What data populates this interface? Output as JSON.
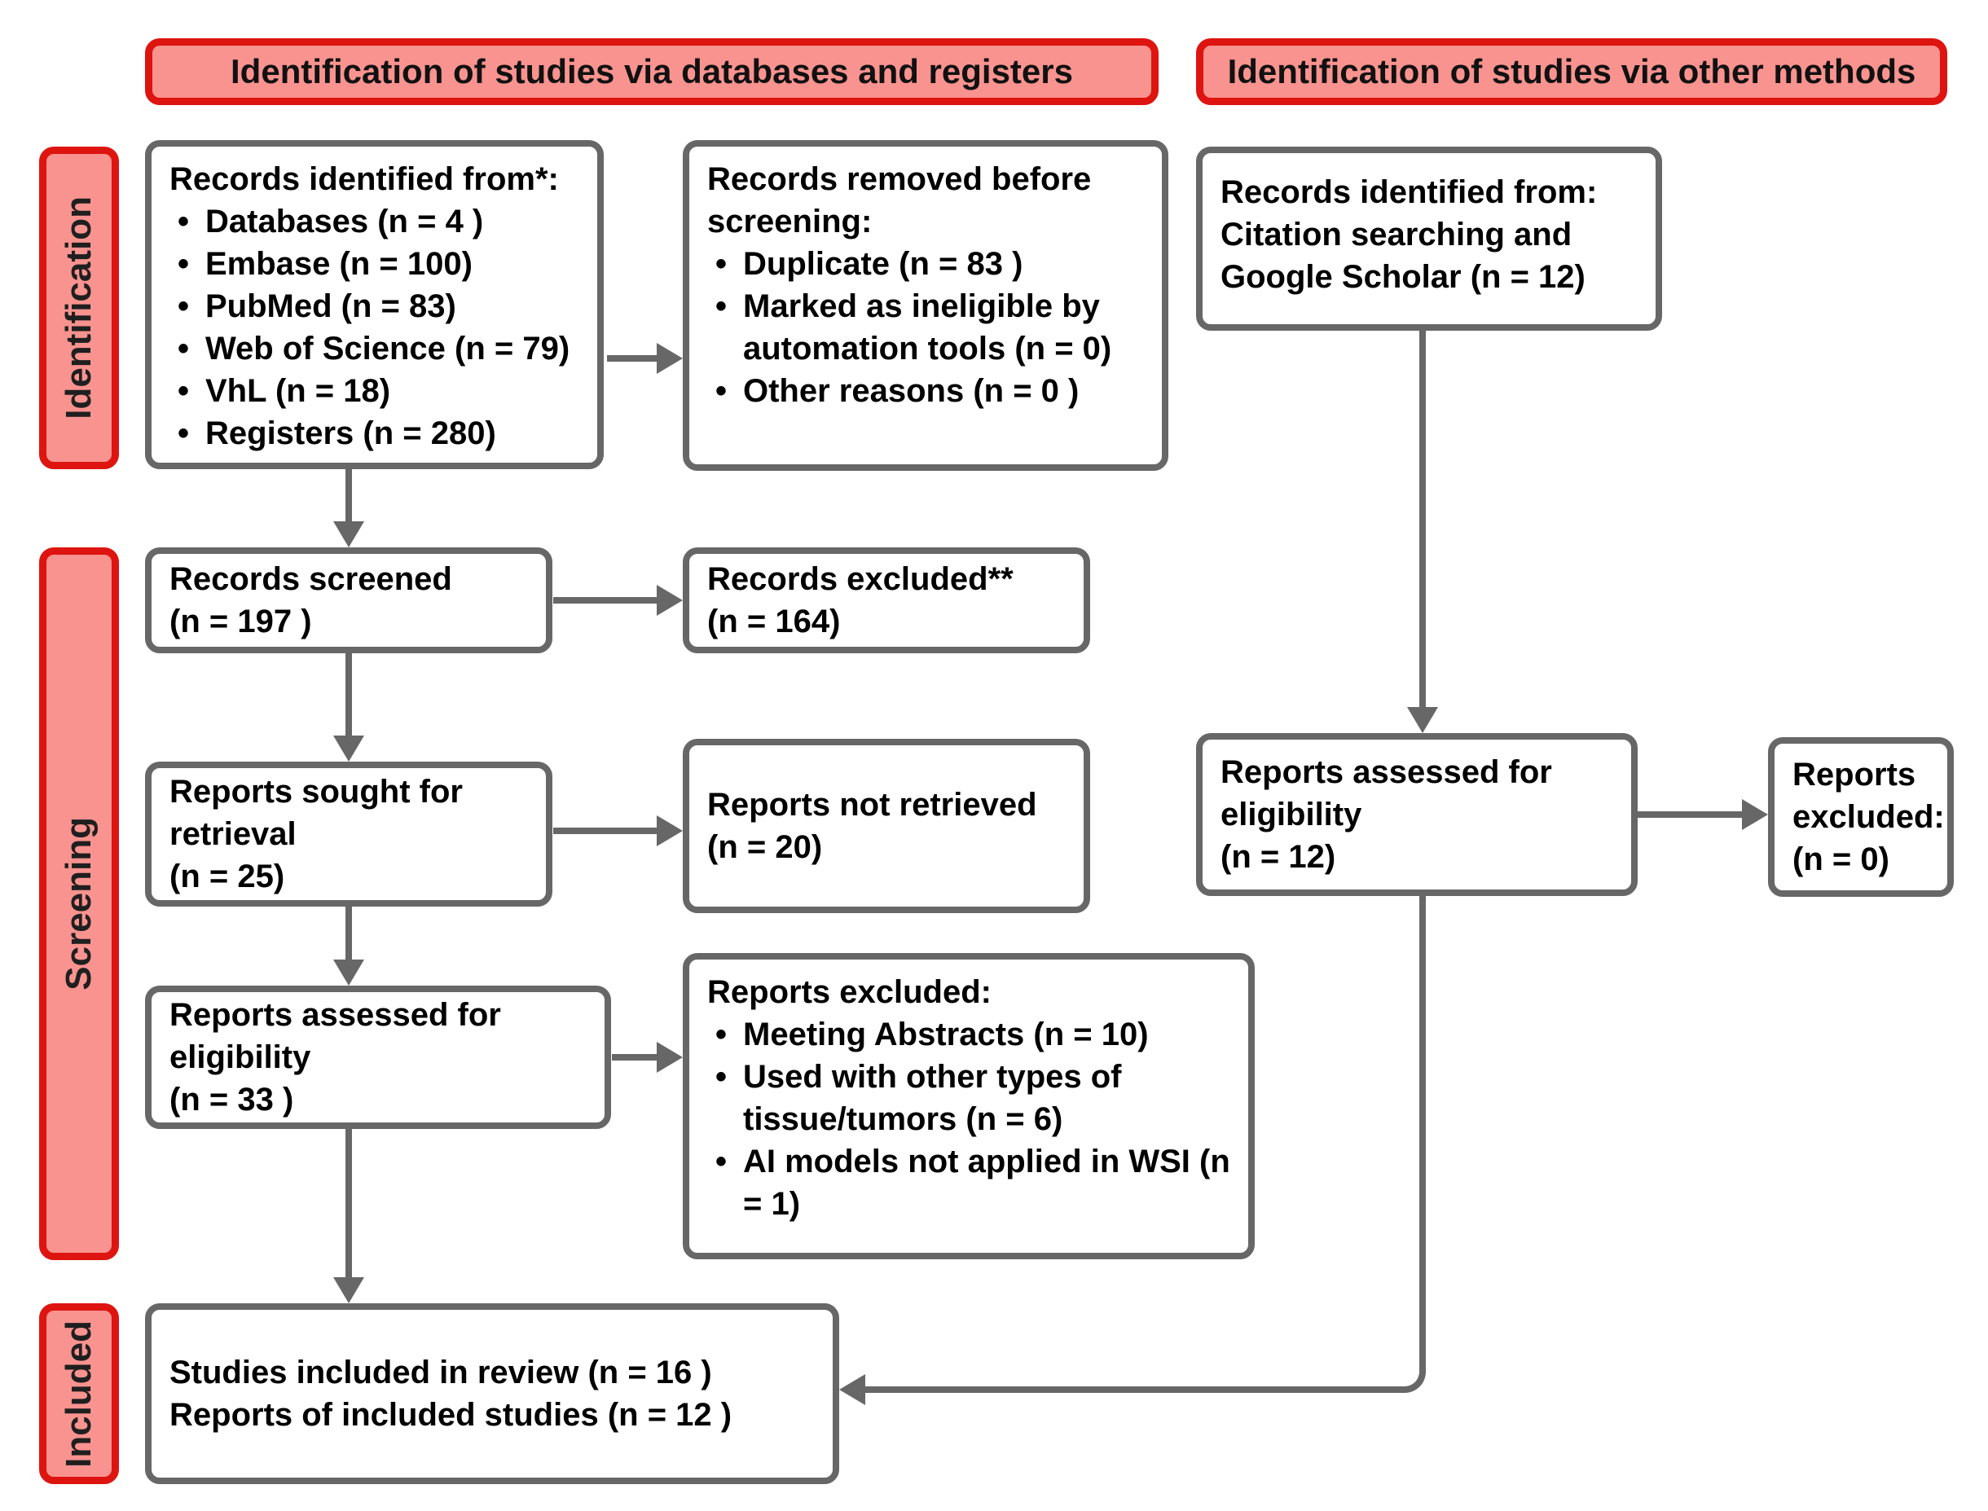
{
  "ui": {
    "bullet": "•"
  },
  "colors": {
    "pink_fill": "#F9938F",
    "red_border": "#DE1410",
    "box_border": "#676767",
    "arrow": "#676767",
    "text": "#000000"
  },
  "headers": {
    "databases_registers": "Identification of studies via databases and registers",
    "other_methods": "Identification of studies via other methods"
  },
  "sidebar": {
    "identification": "Identification",
    "screening": "Screening",
    "included": "Included"
  },
  "boxes": {
    "records_identified": {
      "title": "Records identified from*:",
      "bullets": [
        "Databases (n = 4 )",
        "Embase (n = 100)",
        "PubMed (n = 83)",
        "Web of Science (n = 79)",
        "VhL (n = 18)",
        "Registers (n = 280)"
      ]
    },
    "records_removed": {
      "title": "Records removed before screening:",
      "bullets": [
        "Duplicate  (n = 83 )",
        "Marked as ineligible by automation tools (n = 0)",
        "Other reasons (n = 0 )"
      ]
    },
    "records_other_methods": {
      "lines": [
        "Records identified from:",
        "Citation searching and",
        "Google Scholar (n = 12)"
      ]
    },
    "records_screened": {
      "lines": [
        "Records screened",
        "(n = 197 )"
      ]
    },
    "records_excluded": {
      "lines": [
        "Records excluded**",
        "(n =  164)"
      ]
    },
    "reports_sought": {
      "lines": [
        "Reports sought for",
        "retrieval",
        "(n = 25)"
      ]
    },
    "reports_not_retrieved": {
      "lines": [
        "Reports not retrieved",
        "(n = 20)"
      ]
    },
    "reports_assessed": {
      "lines": [
        "Reports assessed for",
        "eligibility",
        "(n = 33 )"
      ]
    },
    "reports_excluded_reasons": {
      "title": "Reports excluded:",
      "bullets": [
        "Meeting Abstracts (n = 10)",
        "Used with other types of tissue/tumors (n = 6)",
        "AI models not applied in WSI (n = 1)"
      ]
    },
    "reports_assessed_other": {
      "lines": [
        "Reports assessed for",
        "eligibility",
        "(n = 12)"
      ]
    },
    "reports_excluded_other": {
      "lines": [
        "Reports",
        "excluded:",
        "(n =  0)"
      ]
    },
    "included_studies": {
      "lines": [
        "Studies included in review (n = 16 )",
        "Reports of included studies (n = 12 )"
      ]
    }
  }
}
